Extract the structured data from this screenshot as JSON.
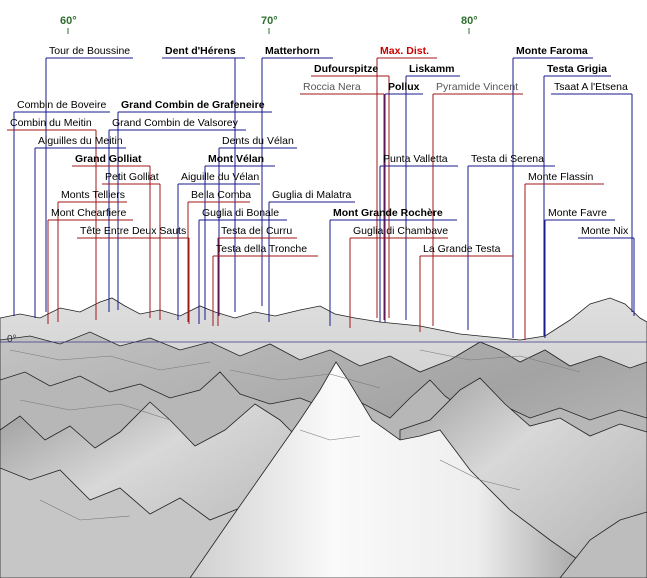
{
  "bearings": [
    "60°",
    "70°",
    "80°"
  ],
  "horizon_label": "0°",
  "colors": {
    "blue_line": "#1a1a8c",
    "red_line": "#a01818",
    "max_dist": "#cc0000",
    "bearing_text": "#2f6f2f",
    "horizon": "#3a3a8a"
  },
  "peaks": [
    {
      "id": "tour-de-boussine",
      "name": "Tour de Boussine",
      "style": "normal",
      "line": "blue"
    },
    {
      "id": "dent-d-herens",
      "name": "Dent d'Hérens",
      "style": "bold",
      "line": "blue"
    },
    {
      "id": "matterhorn",
      "name": "Matterhorn",
      "style": "bold",
      "line": "blue"
    },
    {
      "id": "max-dist",
      "name": "Max. Dist.",
      "style": "max",
      "line": "red"
    },
    {
      "id": "monte-faroma",
      "name": "Monte Faroma",
      "style": "bold",
      "line": "blue"
    },
    {
      "id": "dufourspitze",
      "name": "Dufourspitze",
      "style": "bold",
      "line": "red"
    },
    {
      "id": "liskamm",
      "name": "Liskamm",
      "style": "bold",
      "line": "blue"
    },
    {
      "id": "testa-grigia",
      "name": "Testa Grigia",
      "style": "bold",
      "line": "blue"
    },
    {
      "id": "roccia-nera",
      "name": "Roccia Nera",
      "style": "grey",
      "line": "red"
    },
    {
      "id": "pollux",
      "name": "Pollux",
      "style": "bold",
      "line": "blue"
    },
    {
      "id": "pyramide-vincent",
      "name": "Pyramide Vincent",
      "style": "grey",
      "line": "red"
    },
    {
      "id": "tsaat-a-l-etsena",
      "name": "Tsaat A l'Etsena",
      "style": "normal",
      "line": "blue"
    },
    {
      "id": "combin-de-boveire",
      "name": "Combin de Boveire",
      "style": "normal",
      "line": "blue"
    },
    {
      "id": "grand-combin-de-grafeneire",
      "name": "Grand Combin de Grafeneire",
      "style": "bold",
      "line": "blue"
    },
    {
      "id": "combin-du-meitin",
      "name": "Combin du Meitin",
      "style": "normal",
      "line": "red"
    },
    {
      "id": "grand-combin-de-valsorey",
      "name": "Grand Combin de Valsorey",
      "style": "normal",
      "line": "blue"
    },
    {
      "id": "aiguilles-du-meitin",
      "name": "Aiguilles du Meitin",
      "style": "normal",
      "line": "blue"
    },
    {
      "id": "dents-du-velan",
      "name": "Dents du Vélan",
      "style": "normal",
      "line": "blue"
    },
    {
      "id": "grand-golliat",
      "name": "Grand Golliat",
      "style": "bold",
      "line": "red"
    },
    {
      "id": "mont-velan",
      "name": "Mont Vélan",
      "style": "bold",
      "line": "blue"
    },
    {
      "id": "punta-valletta",
      "name": "Punta Valletta",
      "style": "normal",
      "line": "blue"
    },
    {
      "id": "testa-di-serena",
      "name": "Testa di Serena",
      "style": "normal",
      "line": "blue"
    },
    {
      "id": "petit-golliat",
      "name": "Petit Golliat",
      "style": "normal",
      "line": "red"
    },
    {
      "id": "aiguille-du-velan",
      "name": "Aiguille du Vélan",
      "style": "normal",
      "line": "blue"
    },
    {
      "id": "monte-flassin",
      "name": "Monte Flassin",
      "style": "normal",
      "line": "red"
    },
    {
      "id": "monts-telliers",
      "name": "Monts Telliers",
      "style": "normal",
      "line": "red"
    },
    {
      "id": "bella-comba",
      "name": "Bella Comba",
      "style": "normal",
      "line": "red"
    },
    {
      "id": "guglia-di-malatra",
      "name": "Guglia di Malatra",
      "style": "normal",
      "line": "blue"
    },
    {
      "id": "mont-chearfiere",
      "name": "Mont Chearfiere",
      "style": "normal",
      "line": "red"
    },
    {
      "id": "guglia-di-bonale",
      "name": "Guglia di Bonale",
      "style": "normal",
      "line": "blue"
    },
    {
      "id": "mont-grande-rochere",
      "name": "Mont Grande Rochère",
      "style": "bold",
      "line": "blue"
    },
    {
      "id": "monte-favre",
      "name": "Monte Favre",
      "style": "normal",
      "line": "blue"
    },
    {
      "id": "tete-entre-deux-sauts",
      "name": "Tête Entre Deux Sauts",
      "style": "normal",
      "line": "red"
    },
    {
      "id": "testa-del-curru",
      "name": "Testa del Curru",
      "style": "normal",
      "line": "red"
    },
    {
      "id": "guglia-di-chambave",
      "name": "Guglia di Chambave",
      "style": "normal",
      "line": "red"
    },
    {
      "id": "monte-nix",
      "name": "Monte Nix",
      "style": "normal",
      "line": "blue"
    },
    {
      "id": "testa-della-tronche",
      "name": "Testa della Tronche",
      "style": "normal",
      "line": "red"
    },
    {
      "id": "la-grande-testa",
      "name": "La Grande Testa",
      "style": "normal",
      "line": "red"
    }
  ]
}
